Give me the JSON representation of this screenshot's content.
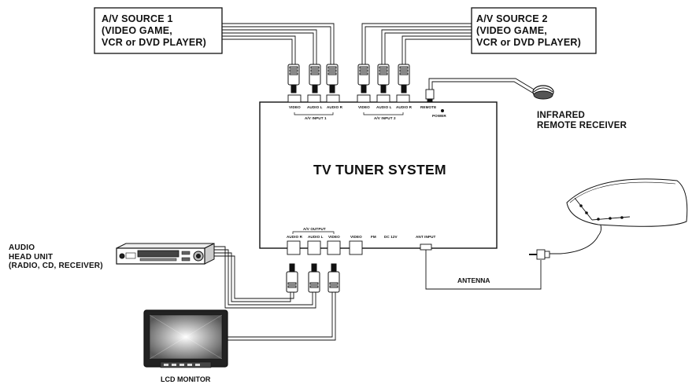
{
  "source1": {
    "line1": "A/V SOURCE 1",
    "line2": "(VIDEO GAME,",
    "line3": "VCR or DVD PLAYER)"
  },
  "source2": {
    "line1": "A/V SOURCE 2",
    "line2": "(VIDEO GAME,",
    "line3": "VCR or DVD PLAYER)"
  },
  "tuner": {
    "title": "TV TUNER SYSTEM",
    "input1": {
      "video": "VIDEO",
      "audio_l": "AUDIO L",
      "audio_r": "AUDIO R",
      "group": "A/V INPUT 1"
    },
    "input2": {
      "video": "VIDEO",
      "audio_l": "AUDIO L",
      "audio_r": "AUDIO R",
      "group": "A/V INPUT 2"
    },
    "remote": "REMOTE",
    "power": "POWER",
    "output": {
      "group": "A/V OUTPUT",
      "audio_r": "AUDIO R",
      "audio_l": "AUDIO L",
      "video": "VIDEO"
    },
    "video2": "VIDEO",
    "fm": "FM",
    "dc": "DC 12V",
    "ant": "ANT INPUT"
  },
  "ir_receiver": {
    "line1": "INFRARED",
    "line2": "REMOTE RECEIVER"
  },
  "audio_unit": {
    "line1": "AUDIO",
    "line2": "HEAD UNIT",
    "line3": "(RADIO, CD, RECEIVER)"
  },
  "antenna": "ANTENNA",
  "lcd_monitor": "LCD MONITOR"
}
